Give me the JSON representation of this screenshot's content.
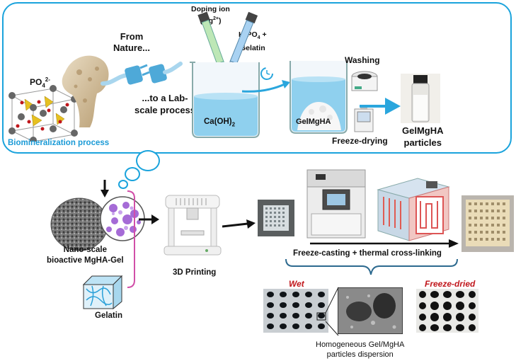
{
  "top": {
    "from_nature": "From\nNature...",
    "to_lab": "...to a Lab-\nscale process",
    "biomineralization": "Biomineralization process",
    "po4": "PO",
    "po4_sub": "4",
    "po4_sup": "2-",
    "doping_ion_line1": "Doping ion",
    "doping_ion_line2": "(Mg",
    "doping_ion_sup": "2+",
    "doping_ion_close": ")",
    "h3po4_a": "H",
    "h3po4_s1": "3",
    "h3po4_b": "PO",
    "h3po4_s2": "4",
    "h3po4_c": " +",
    "gelatin_top": "Gelatin",
    "caoh2_a": "Ca(OH)",
    "caoh2_s": "2",
    "gelmgha_beaker": "GelMgHA",
    "washing": "Washing",
    "freeze_drying": "Freeze-drying",
    "particles": "GelMgHA\nparticles"
  },
  "bottom": {
    "nano_scale": "Nano-scale\nbioactive MgHA-Gel",
    "gelatin": "Gelatin",
    "printing": "3D Printing",
    "freeze_casting": "Freeze-casting + thermal cross-linking",
    "wet": "Wet",
    "freeze_dried": "Freeze-dried",
    "dispersion": "Homogeneous Gel/MgHA\nparticles dispersion"
  },
  "colors": {
    "accent_blue": "#1aa3dc",
    "wet_red": "#c0161b",
    "bracket_blue": "#2d6a8f",
    "magenta_line": "#d14fa8"
  }
}
